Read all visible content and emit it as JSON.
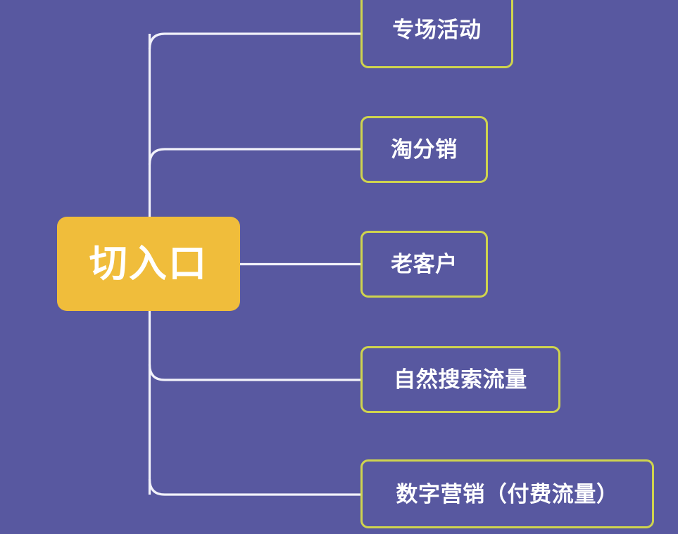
{
  "diagram": {
    "type": "mind-map",
    "title": "切入口",
    "background_color": "#5858a0",
    "root": {
      "label": "切入口",
      "fill_color": "#f0bd3b",
      "text_color": "#ffffff"
    },
    "branch_style": {
      "line_color": "#f2f2fa",
      "border_color": "#cfd44e",
      "text_color": "#ffffff"
    },
    "children": [
      {
        "label": "专场活动"
      },
      {
        "label": "淘分销"
      },
      {
        "label": "老客户"
      },
      {
        "label": "自然搜索流量"
      },
      {
        "label": "数字营销（付费流量）"
      }
    ]
  }
}
